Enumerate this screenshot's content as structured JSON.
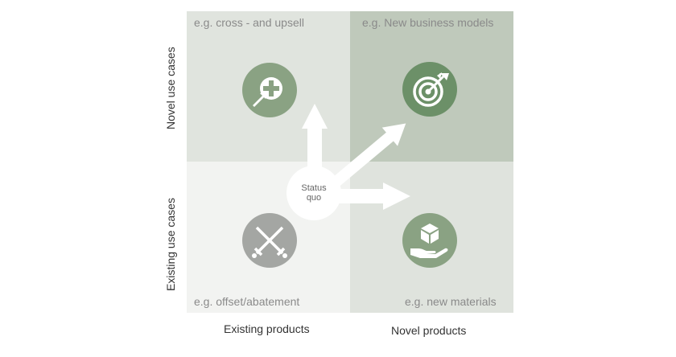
{
  "quadrants": {
    "top_left": {
      "label": "e.g. cross - and upsell",
      "icon": "upsell-plus-icon"
    },
    "top_right": {
      "label": "e.g. New business models",
      "icon": "target-icon"
    },
    "bottom_left": {
      "label": "e.g. offset/abatement",
      "icon": "crossed-swords-icon"
    },
    "bottom_right": {
      "label": "e.g. new materials",
      "icon": "hand-box-icon"
    }
  },
  "axes": {
    "x": [
      "Existing products",
      "Novel products"
    ],
    "y": [
      "Novel use cases",
      "Existing use cases"
    ]
  },
  "center": {
    "line1": "Status",
    "line2": "quo"
  },
  "colors": {
    "top_left_bg": "#e0e4de",
    "top_right_bg": "#bfc9bb",
    "bottom_left_bg": "#f2f3f1",
    "bottom_right_bg": "#dfe3dd",
    "icon_green": "#8aa283",
    "icon_dark_green": "#6c9068",
    "icon_grey": "#a4a6a3",
    "arrow": "#ffffff"
  }
}
